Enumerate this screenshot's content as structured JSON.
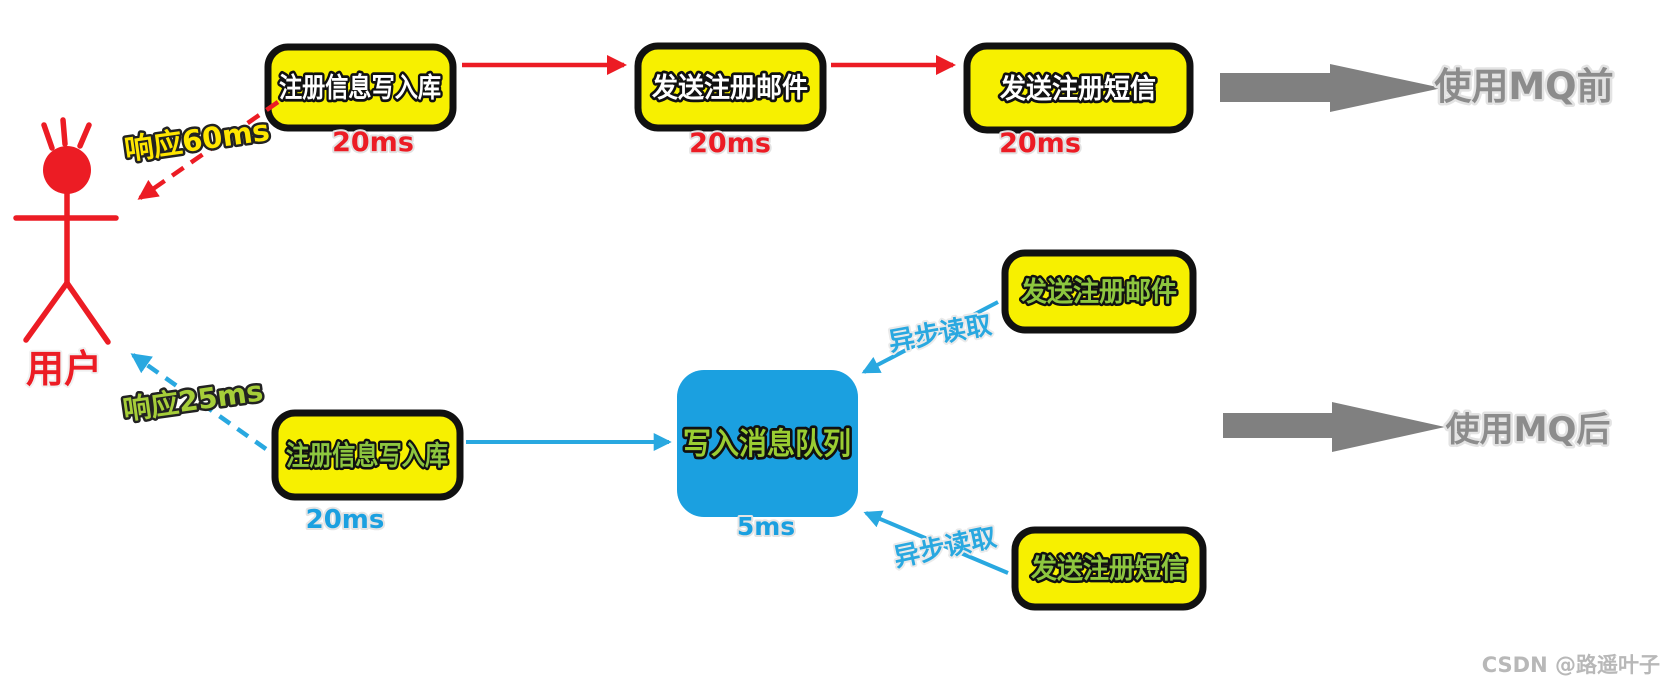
{
  "user": {
    "label": "用户"
  },
  "before_flow": {
    "title": "使用MQ前",
    "steps": [
      {
        "label": "注册信息写入库",
        "time": "20ms"
      },
      {
        "label": "发送注册邮件",
        "time": "20ms"
      },
      {
        "label": "发送注册短信",
        "time": "20ms"
      }
    ],
    "response": "响应60ms"
  },
  "after_flow": {
    "title": "使用MQ后",
    "write_db": {
      "label": "注册信息写入库",
      "time": "20ms"
    },
    "queue": {
      "label": "写入消息队列",
      "time": "5ms"
    },
    "email": {
      "label": "发送注册邮件"
    },
    "sms": {
      "label": "发送注册短信"
    },
    "async_read_email": "异步读取",
    "async_read_sms": "异步读取",
    "response": "响应25ms"
  },
  "watermark": "CSDN @路遥叶子",
  "colors": {
    "box_yellow": "#F7F000",
    "box_border": "#111111",
    "queue_blue": "#1BA0E0",
    "red": "#EC1C24",
    "green_text": "#8DC63F",
    "blue_arrow": "#29A8E0",
    "gray_arrow": "#808080",
    "gray_text": "#8C8C8C",
    "label_yellow": "#FFE600",
    "label_green": "#A6CE39"
  }
}
